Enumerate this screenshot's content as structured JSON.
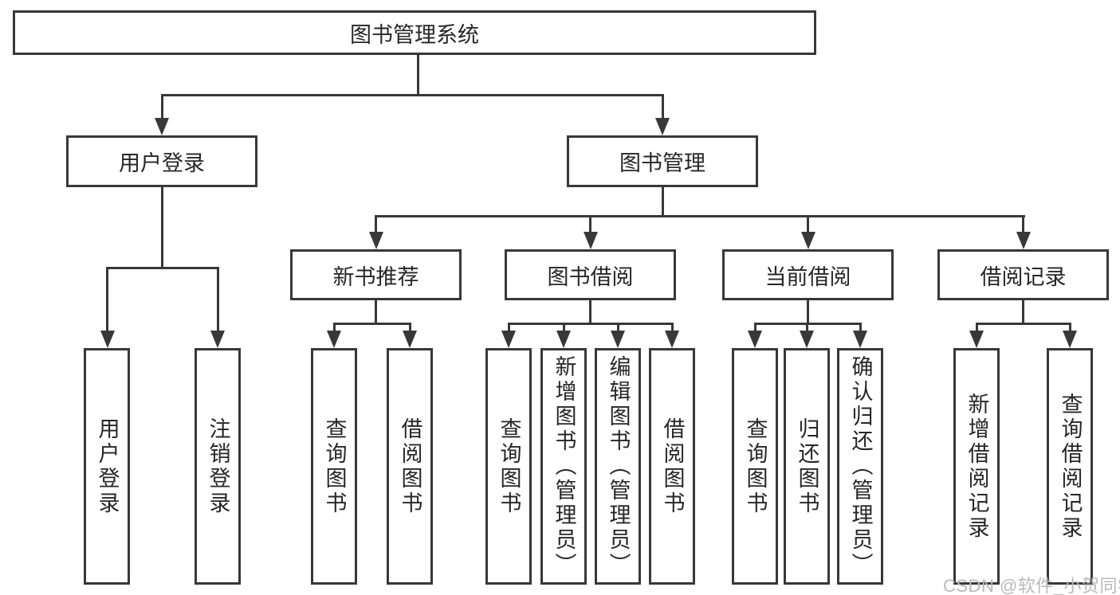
{
  "diagram": {
    "title": "图书管理系统",
    "nodes": {
      "root": "图书管理系统",
      "level2": {
        "user_login": "用户登录",
        "book_mgmt": "图书管理"
      },
      "level3": {
        "new_books": "新书推荐",
        "book_borrow": "图书借阅",
        "current_borrow": "当前借阅",
        "borrow_records": "借阅记录"
      },
      "leaves": {
        "user_login": [
          "用户登录",
          "注销登录"
        ],
        "new_books": [
          "查询图书",
          "借阅图书"
        ],
        "book_borrow": [
          "查询图书",
          "新增图书（管理员）",
          "编辑图书（管理员）",
          "借阅图书"
        ],
        "current_borrow": [
          "查询图书",
          "归还图书",
          "确认归还（管理员）"
        ],
        "borrow_records": [
          "新增借阅记录",
          "查询借阅记录"
        ]
      }
    },
    "watermark": "CSDN @软件_小贺同学",
    "colors": {
      "line": "#383838",
      "text": "#262626",
      "background": "#ffffff",
      "watermark": "#b9b9b9"
    }
  }
}
